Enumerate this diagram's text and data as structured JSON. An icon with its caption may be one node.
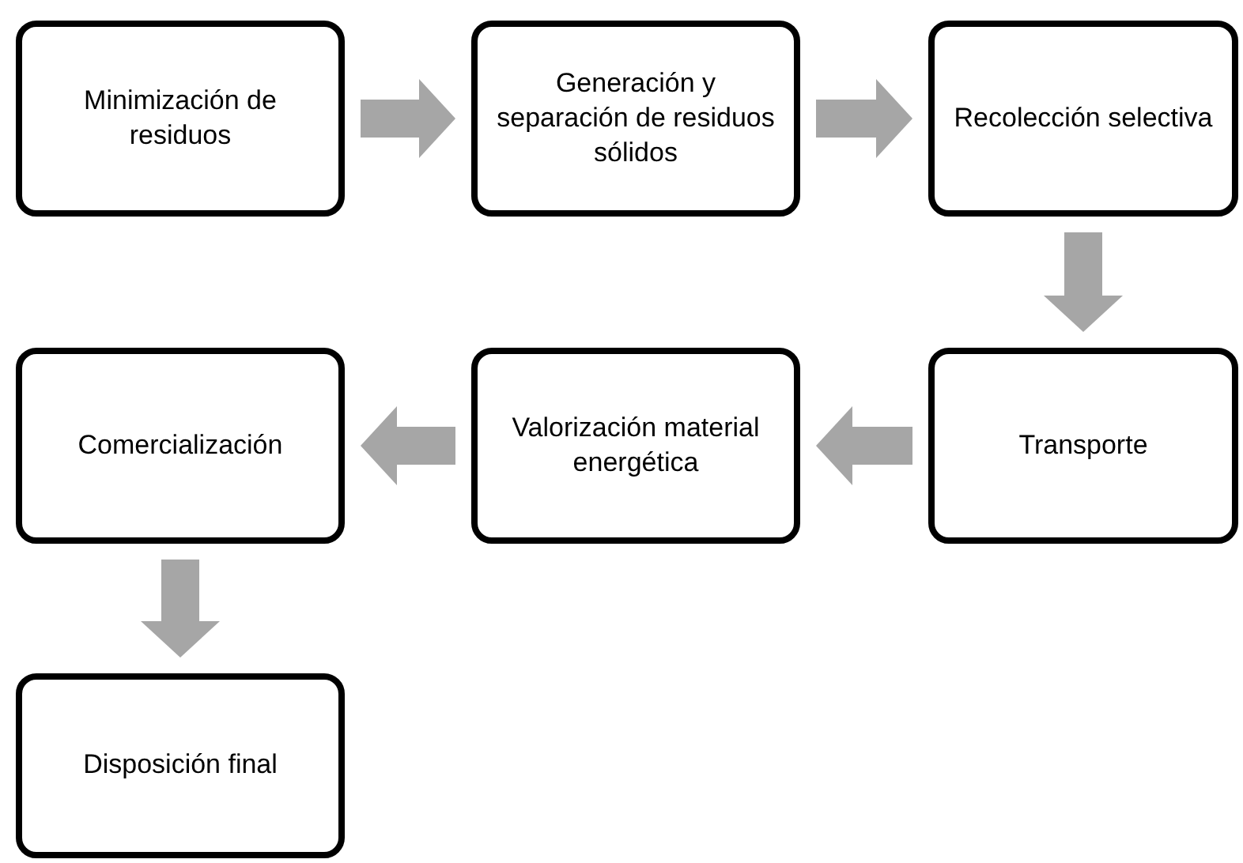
{
  "diagram": {
    "nodes": [
      {
        "text": [
          "Minimización de residuos"
        ]
      },
      {
        "text": [
          "Generación y separación de residuos sólidos"
        ]
      },
      {
        "text": [
          "Recolección selectiva"
        ]
      },
      {
        "text": [
          "Transporte"
        ]
      },
      {
        "text": [
          "Valorización material energética"
        ]
      },
      {
        "text": [
          "Comercialización"
        ]
      },
      {
        "text": [
          "Disposición final"
        ]
      }
    ],
    "edges": [
      {
        "from": 0,
        "to": 1,
        "arrow": "to"
      },
      {
        "from": 1,
        "to": 2,
        "arrow": "to"
      },
      {
        "from": 2,
        "to": 3,
        "arrow": "to"
      },
      {
        "from": 3,
        "to": 4,
        "arrow": "to"
      },
      {
        "from": 4,
        "to": 5,
        "arrow": "to"
      },
      {
        "from": 5,
        "to": 6,
        "arrow": "to"
      }
    ]
  }
}
